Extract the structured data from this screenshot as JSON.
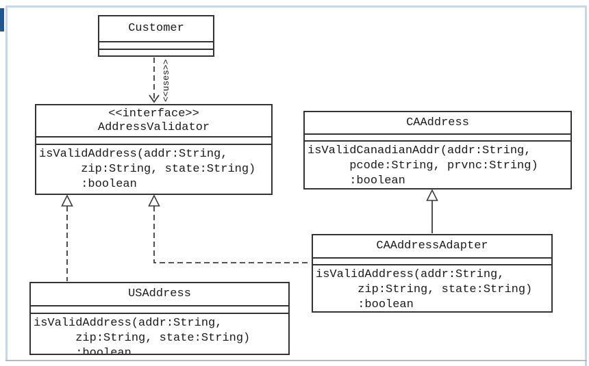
{
  "diagram": {
    "uses_label": "<<uses>>",
    "customer": {
      "name": "Customer"
    },
    "address_validator": {
      "stereotype": "<<interface>>",
      "name": "AddressValidator",
      "operations": "isValidAddress(addr:String,\n      zip:String, state:String)\n      :boolean"
    },
    "ca_address": {
      "name": "CAAddress",
      "operations": "isValidCanadianAddr(addr:String,\n      pcode:String, prvnc:String)\n      :boolean"
    },
    "ca_address_adapter": {
      "name": "CAAddressAdapter",
      "operations": "isValidAddress(addr:String,\n      zip:String, state:String)\n      :boolean"
    },
    "us_address": {
      "name": "USAddress",
      "operations": "isValidAddress(addr:String,\n      zip:String, state:String)\n      :boolean"
    }
  },
  "colors": {
    "frame_blue": "#c3d7f2",
    "tab_blue": "#1d5894",
    "box_border": "#333333",
    "bottom_line_gray": "#b9b9b9"
  }
}
